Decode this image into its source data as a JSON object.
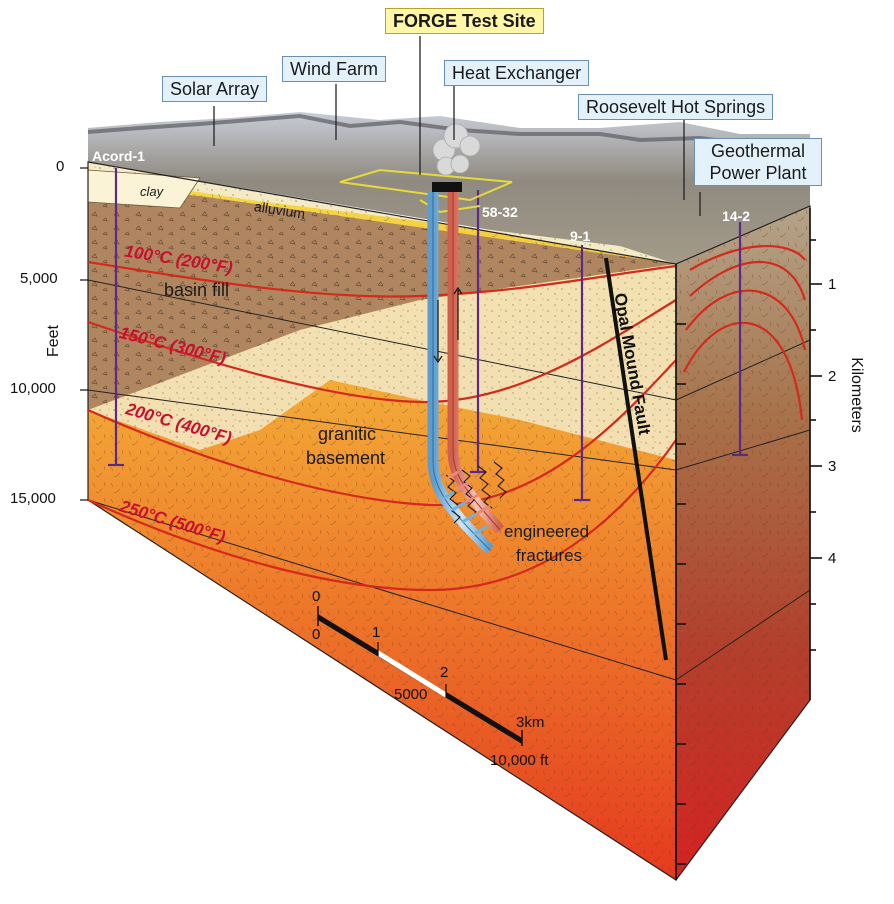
{
  "title": "FORGE Test Site",
  "callouts": {
    "solar_array": "Solar Array",
    "wind_farm": "Wind Farm",
    "heat_exchanger": "Heat Exchanger",
    "roosevelt_hot_springs": "Roosevelt Hot Springs",
    "geothermal_power_plant": "Geothermal Power Plant"
  },
  "wells": {
    "acord": "Acord-1",
    "w58_32": "58-32",
    "w9_1": "9-1",
    "w14_2": "14-2"
  },
  "layers": {
    "clay": "clay",
    "alluvium": "alluvium",
    "basin_fill": "basin fill",
    "granitic_basement_1": "granitic",
    "granitic_basement_2": "basement",
    "engineered_1": "engineered",
    "engineered_2": "fractures"
  },
  "fault": "Opal Mound Fault",
  "isotherms": {
    "t100": "100°C (200°F)",
    "t150": "150°C (300°F)",
    "t200": "200°C (400°F)",
    "t250": "250°C (500°F)"
  },
  "left_axis": {
    "label": "Feet",
    "ticks": [
      "0",
      "5,000",
      "10,000",
      "15,000"
    ]
  },
  "right_axis": {
    "label": "Kilometers",
    "ticks": [
      "1",
      "2",
      "3",
      "4"
    ]
  },
  "scale_bar": {
    "km_ticks": [
      "0",
      "1",
      "2",
      "3km"
    ],
    "ft_ticks": [
      "0",
      "5000",
      "10,000 ft"
    ]
  },
  "colors": {
    "isotherm": "#d42a1c",
    "well_line": "#5b2a86",
    "injection_well": "#8ec2e6",
    "production_well": "#e88876",
    "callout_fill": "#e3f1fb",
    "forge_fill": "#fff6a8"
  }
}
